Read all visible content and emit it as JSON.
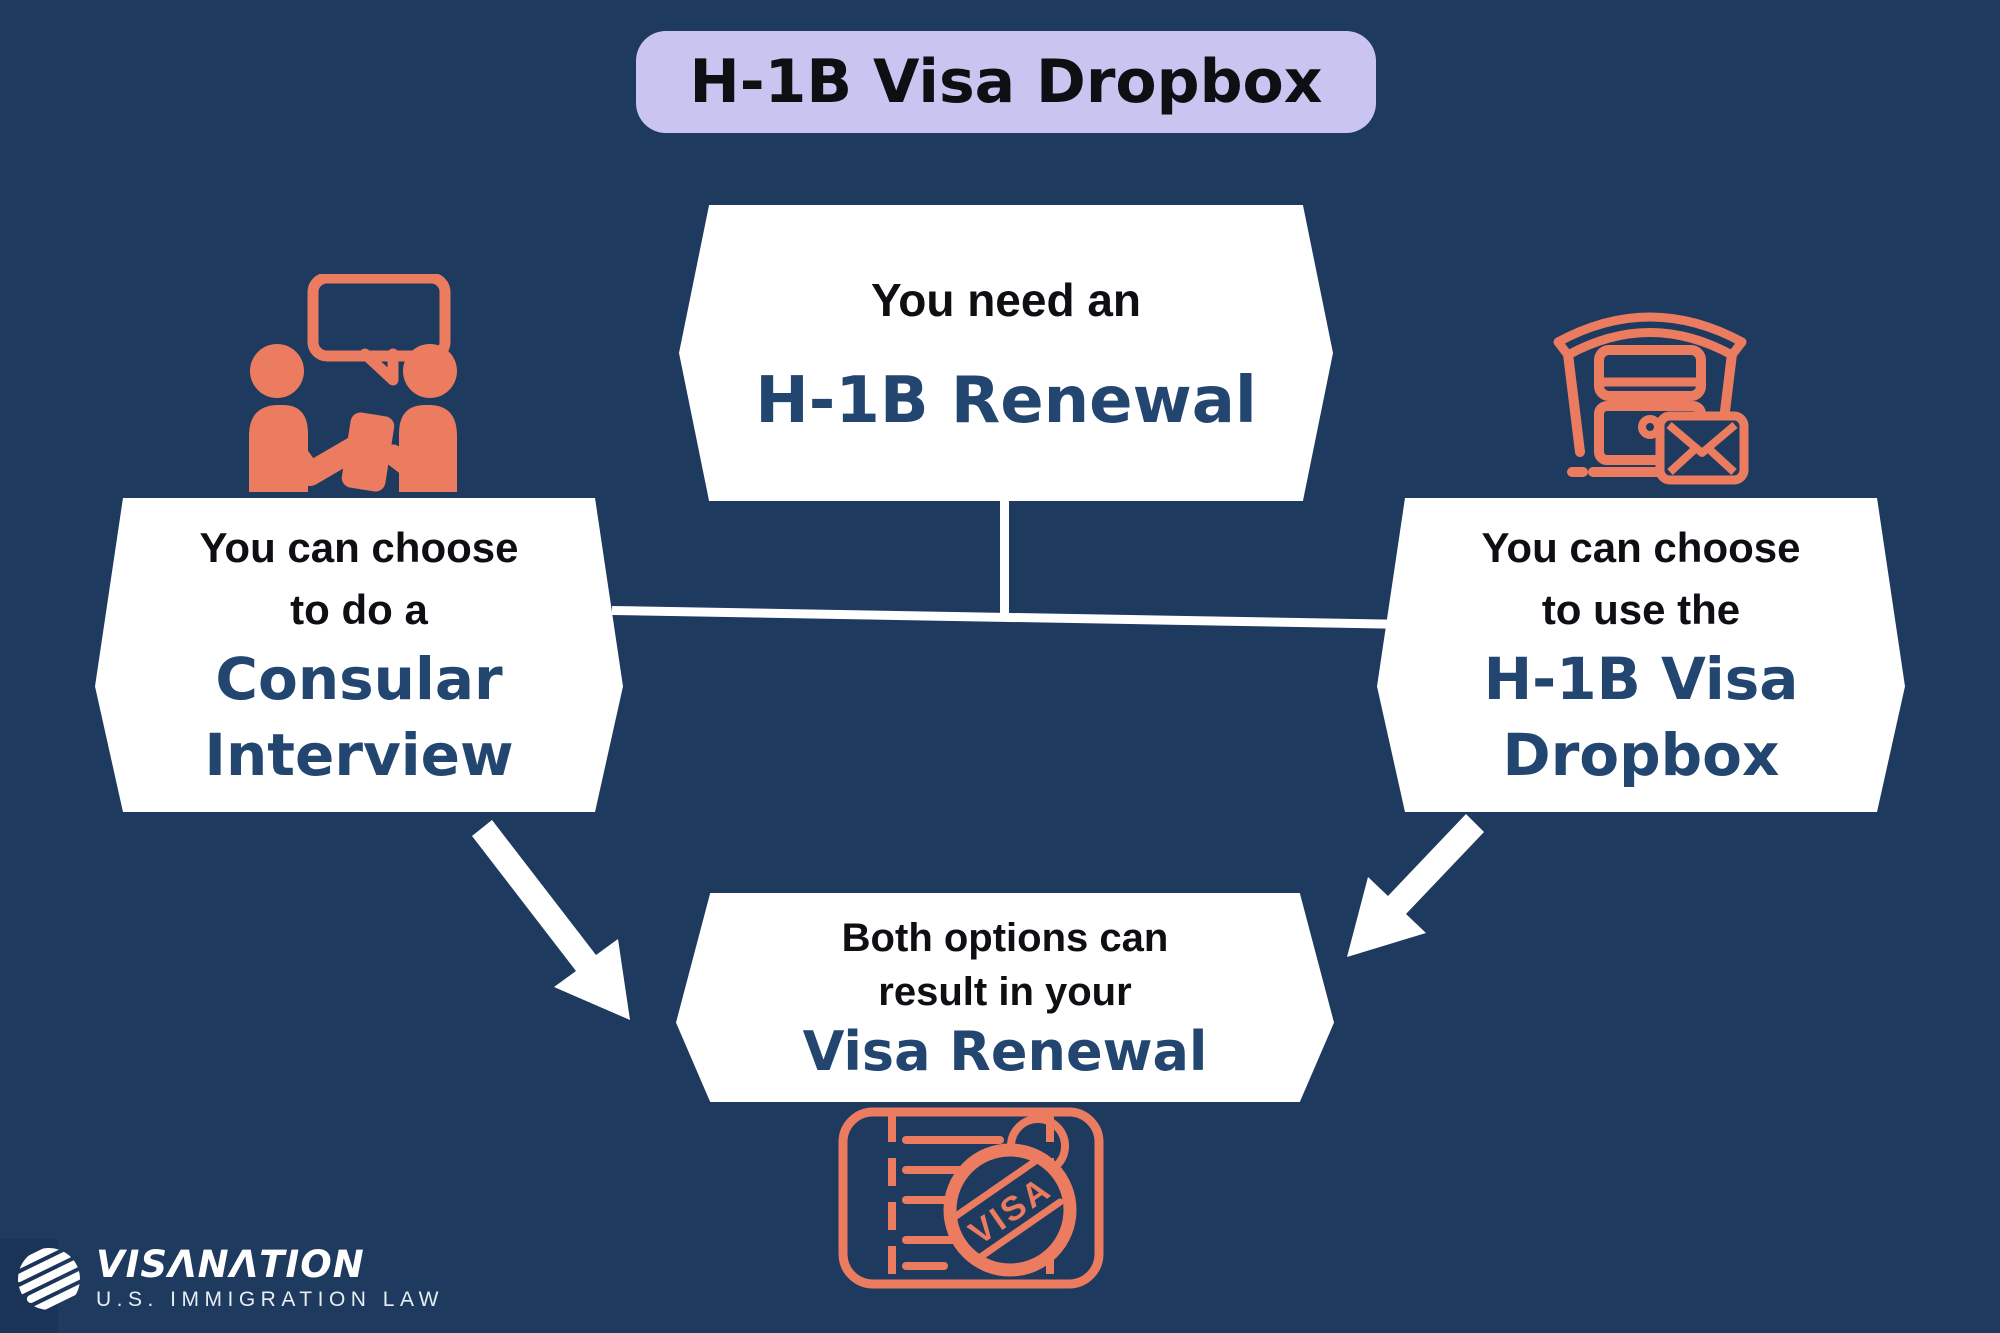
{
  "theme": {
    "bg_navy": "#1e3a5f",
    "coral": "#ec7c5f",
    "navy_text": "#234670",
    "lavender": "#cac4f0",
    "ink": "#0d0f12",
    "white": "#ffffff"
  },
  "title": {
    "text": "H-1B Visa Dropbox"
  },
  "nodes": {
    "top": {
      "line1": "You need an",
      "line2": "H-1B Renewal"
    },
    "left": {
      "line1": "You can choose",
      "line2": "to do a",
      "line3": "Consular",
      "line4": "Interview"
    },
    "right": {
      "line1": "You can choose",
      "line2": "to use the",
      "line3": "H-1B Visa",
      "line4": "Dropbox"
    },
    "bottom": {
      "line1": "Both options can",
      "line2": "result in your",
      "line3": "Visa Renewal"
    }
  },
  "icons": {
    "left_icon": "interview-people-icon",
    "right_icon": "dropbox-mailbox-icon",
    "bottom_icon": "visa-document-icon",
    "visa_stamp": {
      "label": "VISA"
    }
  },
  "logo": {
    "name": "VISΛNΛTION",
    "tagline": "U.S. IMMIGRATION LAW"
  }
}
